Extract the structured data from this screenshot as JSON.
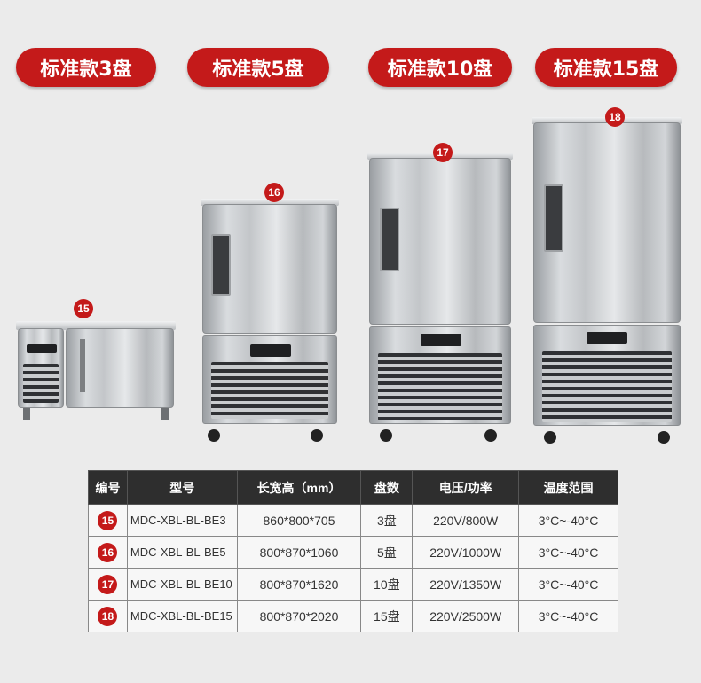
{
  "labels": [
    "标准款3盘",
    "标准款5盘",
    "标准款10盘",
    "标准款15盘"
  ],
  "badges": [
    "15",
    "16",
    "17",
    "18"
  ],
  "table": {
    "headers": [
      "编号",
      "型号",
      "长宽高（mm）",
      "盘数",
      "电压/功率",
      "温度范围"
    ],
    "rows": [
      {
        "id": "15",
        "model": "MDC-XBL-BL-BE3",
        "dims": "860*800*705",
        "trays": "3盘",
        "power": "220V/800W",
        "temp": "3°C~-40°C"
      },
      {
        "id": "16",
        "model": "MDC-XBL-BL-BE5",
        "dims": "800*870*1060",
        "trays": "5盘",
        "power": "220V/1000W",
        "temp": "3°C~-40°C"
      },
      {
        "id": "17",
        "model": "MDC-XBL-BL-BE10",
        "dims": "800*870*1620",
        "trays": "10盘",
        "power": "220V/1350W",
        "temp": "3°C~-40°C"
      },
      {
        "id": "18",
        "model": "MDC-XBL-BL-BE15",
        "dims": "800*870*2020",
        "trays": "15盘",
        "power": "220V/2500W",
        "temp": "3°C~-40°C"
      }
    ]
  }
}
